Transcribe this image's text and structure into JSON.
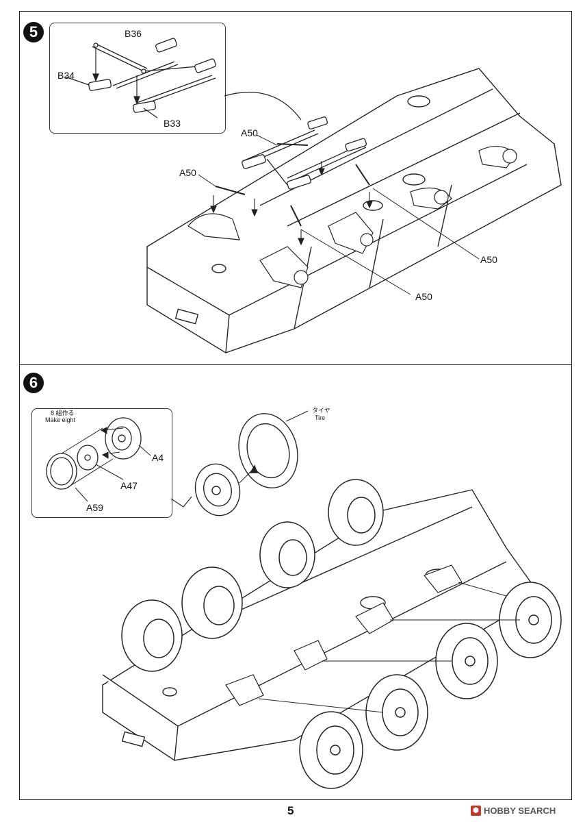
{
  "page": {
    "number": "5"
  },
  "watermark": {
    "text": "HOBBY SEARCH",
    "icon": "hobby-search-logo-icon"
  },
  "step5": {
    "badge": "5",
    "inset_labels": {
      "b36": "B36",
      "b34": "B34",
      "b33": "B33"
    },
    "labels": {
      "a50_top": "A50",
      "a50_left": "A50",
      "a50_right": "A50",
      "a50_bottom": "A50"
    }
  },
  "step6": {
    "badge": "6",
    "inset_note_jp": "8 組作る",
    "inset_note_en": "Make eight",
    "inset_labels": {
      "a4": "A4",
      "a47": "A47",
      "a59": "A59"
    },
    "tire_label_jp": "タイヤ",
    "tire_label_en": "Tire"
  }
}
